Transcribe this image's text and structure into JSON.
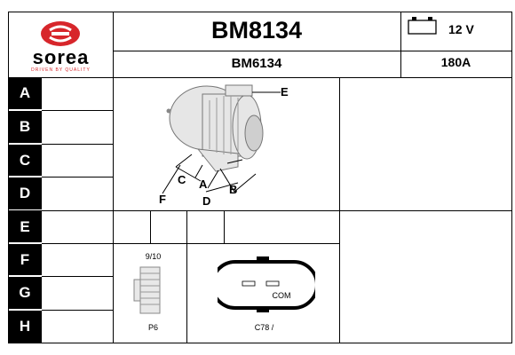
{
  "brand": {
    "name": "sorea",
    "tagline": "DRIVEN BY QUALITY",
    "logo_color": "#d7262b"
  },
  "header": {
    "part_number": "BM8134",
    "alt_part_number": "BM6134",
    "voltage": "12 V",
    "amperage": "180A"
  },
  "rows": [
    "A",
    "B",
    "C",
    "D",
    "E",
    "F",
    "G",
    "H"
  ],
  "diagram": {
    "labels": {
      "E": "E",
      "A": "A",
      "B": "B",
      "C": "C",
      "D": "D",
      "F": "F"
    }
  },
  "pulley": {
    "grooves": "9/10",
    "type": "P6"
  },
  "connector": {
    "label": "COM",
    "code": "C78 /"
  }
}
